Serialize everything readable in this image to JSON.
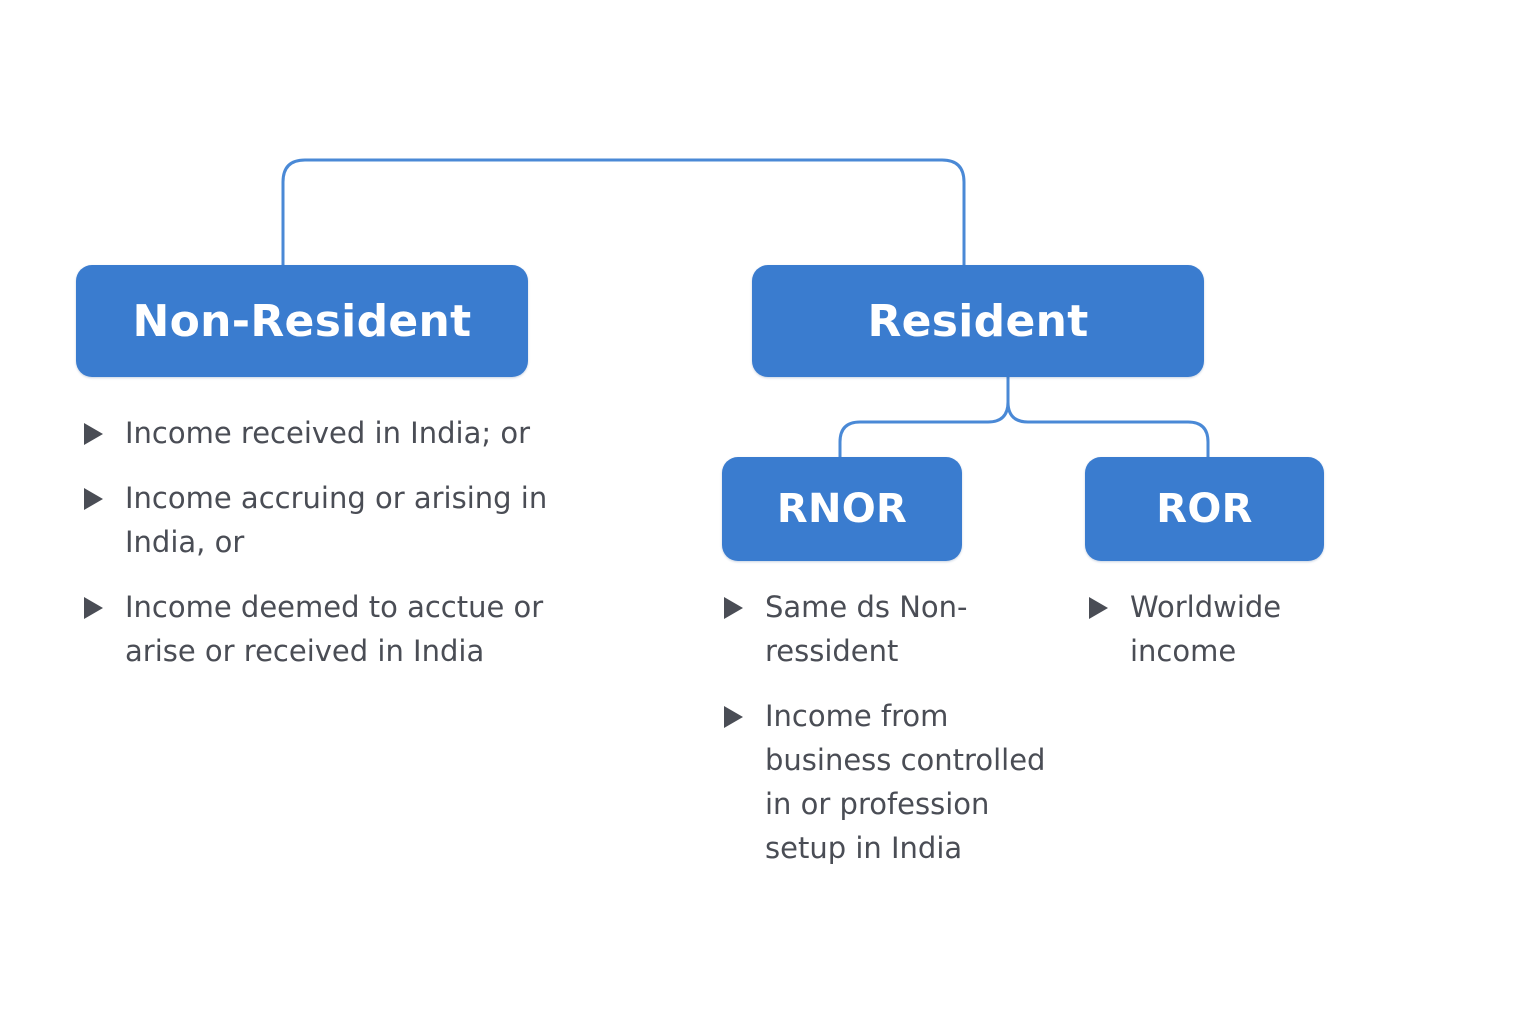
{
  "nodes": {
    "non_resident": "Non-Resident",
    "resident": "Resident",
    "rnor": "RNOR",
    "ror": "ROR"
  },
  "non_resident_items": [
    "Income received in India; or",
    "Income accruing or arising in India, or",
    "Income deemed to acctue or arise or received in India"
  ],
  "rnor_items": [
    "Same ds Non-ressident",
    "Income from business controlled in or profession setup in India"
  ],
  "ror_items": [
    "Worldwide income"
  ],
  "colors": {
    "node_fill": "#3a7ccf",
    "connector": "#4a89d6",
    "text": "#4a4d55"
  }
}
